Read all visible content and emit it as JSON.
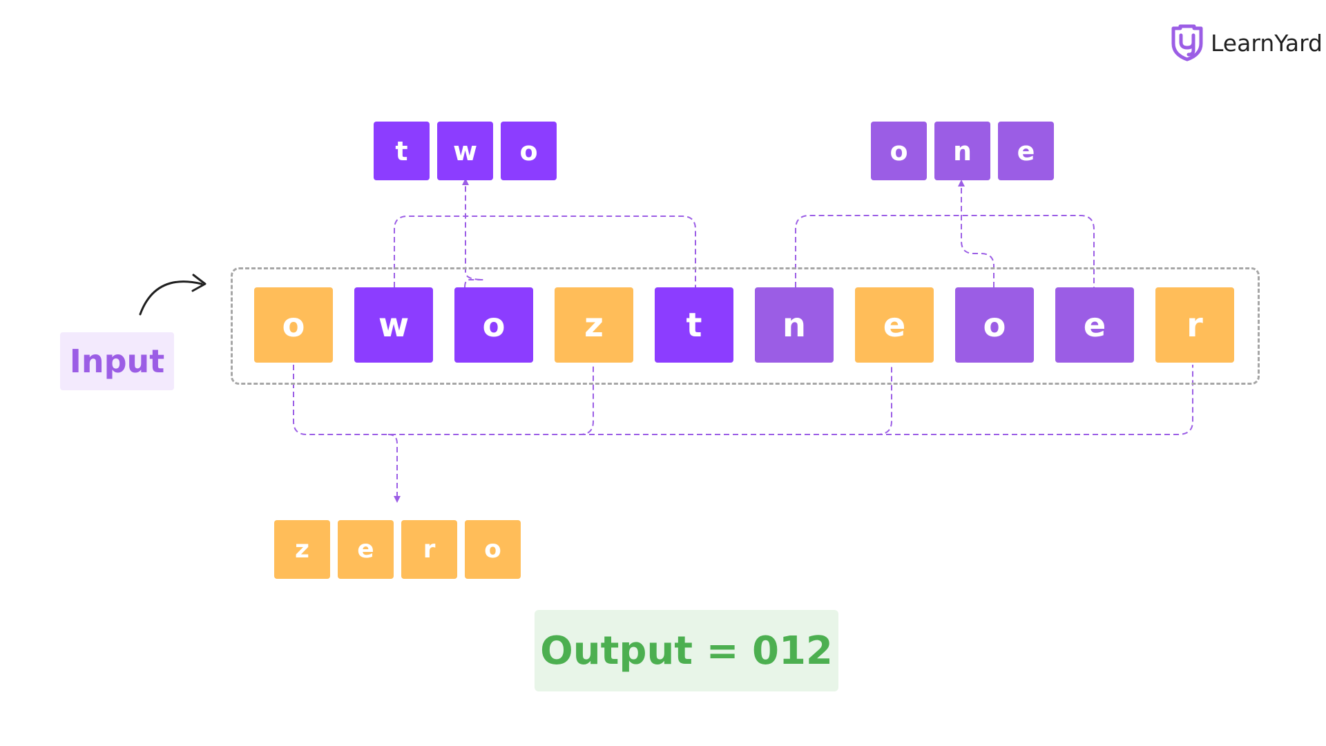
{
  "colors": {
    "orange": "#ffbd59",
    "purple_dark": "#8c3dff",
    "purple_light": "#9b5de5",
    "connector": "#9b5de5",
    "box_border": "#a6a6a6",
    "input_label_bg": "#f3eafd",
    "output_bg": "#e8f5e8",
    "output_text": "#4caf50"
  },
  "brand": {
    "name": "LearnYard",
    "icon": "learnyard-shield-icon"
  },
  "input_label": "Input",
  "input_chars": [
    {
      "char": "o",
      "color": "orange"
    },
    {
      "char": "w",
      "color": "purple_dark"
    },
    {
      "char": "o",
      "color": "purple_dark"
    },
    {
      "char": "z",
      "color": "orange"
    },
    {
      "char": "t",
      "color": "purple_dark"
    },
    {
      "char": "n",
      "color": "purple_light"
    },
    {
      "char": "e",
      "color": "orange"
    },
    {
      "char": "o",
      "color": "purple_light"
    },
    {
      "char": "e",
      "color": "purple_light"
    },
    {
      "char": "r",
      "color": "orange"
    }
  ],
  "word_two": {
    "chars": [
      "t",
      "w",
      "o"
    ],
    "color": "purple_dark"
  },
  "word_one": {
    "chars": [
      "o",
      "n",
      "e"
    ],
    "color": "purple_light"
  },
  "word_zero": {
    "chars": [
      "z",
      "e",
      "r",
      "o"
    ],
    "color": "orange"
  },
  "output": "Output = 012"
}
